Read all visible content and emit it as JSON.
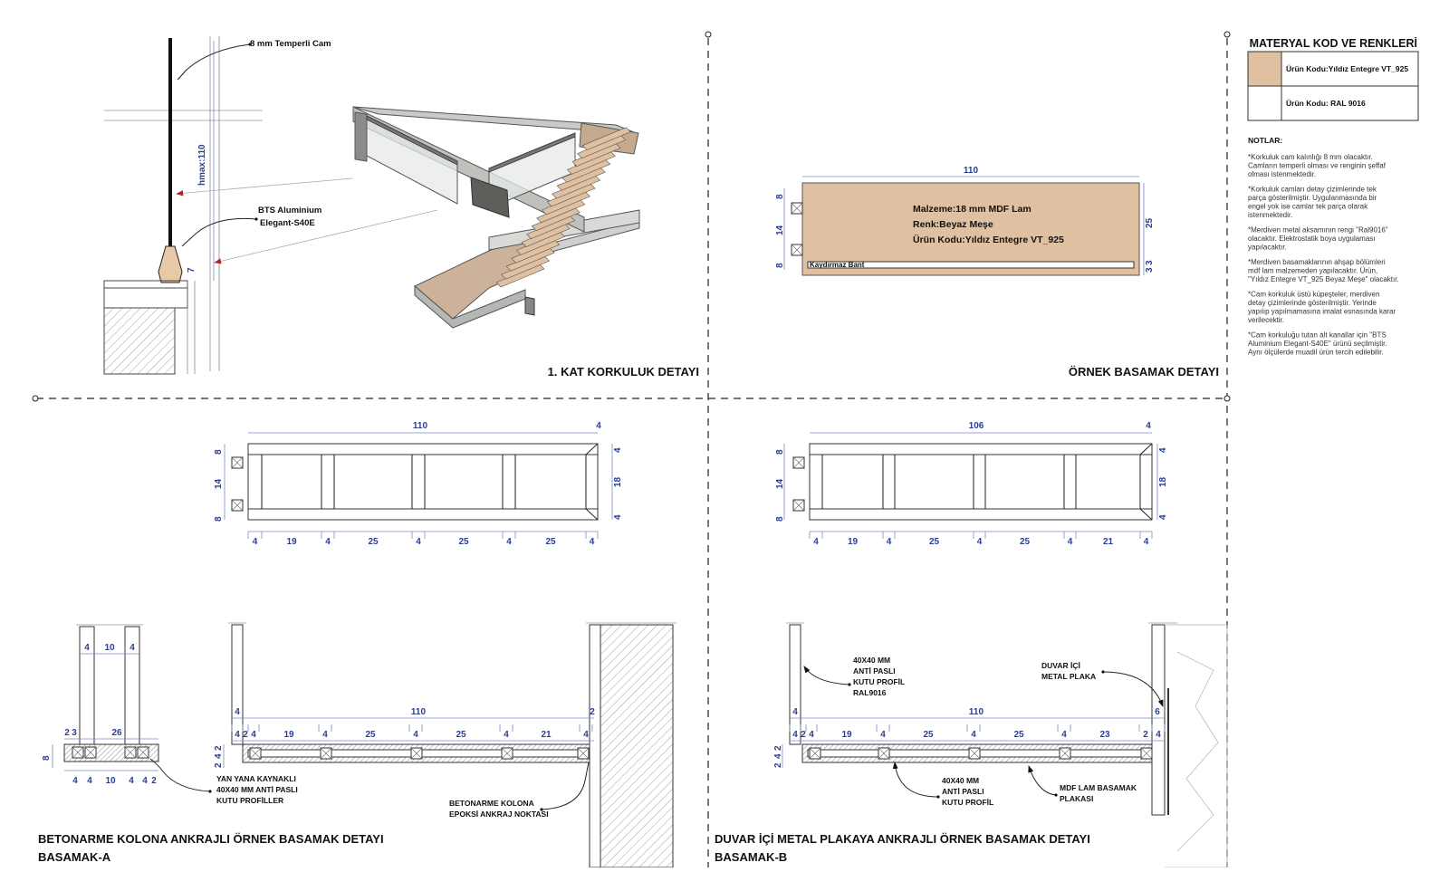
{
  "details": {
    "railing": {
      "title": "1. KAT KORKULUK DETAYI",
      "label_glass": "8 mm Temperli Cam",
      "label_profile_1": "BTS Aluminium",
      "label_profile_2": "Elegant-S40E",
      "dim_h": "hmax:110",
      "dim_7": "7"
    },
    "step_sample": {
      "title": "ÖRNEK BASAMAK DETAYI",
      "material": "Malzeme:18 mm MDF Lam",
      "color": "Renk:Beyaz Meşe",
      "code": "Ürün Kodu:Yıldız Entegre VT_925",
      "band": "Kaydırmaz Bant",
      "d_top": "110",
      "d_8a": "8",
      "d_14": "14",
      "d_8b": "8",
      "d_25": "25",
      "d_3a": "3",
      "d_3b": "3"
    },
    "basamak_a": {
      "title_1": "BETONARME KOLONA ANKRAJLI ÖRNEK BASAMAK DETAYI",
      "title_2": "BASAMAK-A",
      "plan": {
        "top": "110",
        "top_r": "4",
        "left": [
          "8",
          "14",
          "8"
        ],
        "right": [
          "4",
          "18",
          "4"
        ],
        "bottom": [
          "4",
          "19",
          "4",
          "25",
          "4",
          "25",
          "4",
          "25",
          "4"
        ]
      },
      "section": {
        "top": "110",
        "top_l": "4",
        "top_r": "2",
        "row": [
          "4",
          "2",
          "4",
          "19",
          "4",
          "25",
          "4",
          "25",
          "4",
          "21",
          "4"
        ],
        "left_v": [
          "2",
          "4",
          "2"
        ]
      },
      "side": {
        "top": [
          "4",
          "10",
          "4"
        ],
        "row": [
          "2",
          "3",
          "26"
        ],
        "bottom": [
          "4",
          "4",
          "10",
          "4",
          "4",
          "2"
        ],
        "left": "8"
      },
      "label_profiles": [
        "YAN YANA KAYNAKLI",
        "40X40 MM ANTİ PASLI",
        "KUTU PROFİLLER"
      ],
      "label_anchor": [
        "BETONARME KOLONA",
        "EPOKSİ ANKRAJ NOKTASI"
      ]
    },
    "basamak_b": {
      "title_1": "DUVAR İÇİ METAL PLAKAYA ANKRAJLI ÖRNEK BASAMAK DETAYI",
      "title_2": "BASAMAK-B",
      "plan": {
        "top": "106",
        "top_r": "4",
        "left": [
          "8",
          "14",
          "8"
        ],
        "right": [
          "4",
          "18",
          "4"
        ],
        "bottom": [
          "4",
          "19",
          "4",
          "25",
          "4",
          "25",
          "4",
          "21",
          "4"
        ]
      },
      "section": {
        "top": "110",
        "top_l": "4",
        "top_r": "6",
        "row": [
          "4",
          "2",
          "4",
          "19",
          "4",
          "25",
          "4",
          "25",
          "4",
          "23",
          "2",
          "4"
        ],
        "left_v": [
          "2",
          "4",
          "2"
        ]
      },
      "label_box": [
        "40X40 MM",
        "ANTİ PASLI",
        "KUTU PROFİL",
        "RAL9016"
      ],
      "label_plate": [
        "DUVAR İÇİ",
        "METAL PLAKA"
      ],
      "label_box2": [
        "40X40 MM",
        "ANTİ PASLI",
        "KUTU PROFİL"
      ],
      "label_mdf": [
        "MDF LAM BASAMAK",
        "PLAKASI"
      ]
    }
  },
  "materials": {
    "title": "MATERYAL KOD VE RENKLERİ",
    "items": [
      {
        "label": "Ürün Kodu:Yıldız Entegre VT_925",
        "color": "#dfc0a0"
      },
      {
        "label": "Ürün Kodu: RAL 9016",
        "color": "#ffffff"
      }
    ]
  },
  "notes": {
    "title": "NOTLAR:",
    "items": [
      [
        "*Korkuluk cam kalınlığı 8 mm olacaktır.",
        "Camların temperli olması ve renginin şeffaf",
        "olması istenmektedir."
      ],
      [
        "*Korkuluk camları detay çizimlerinde tek",
        "parça gösterilmiştir. Uygulanmasında bir",
        "engel yok ise camlar tek parça olarak",
        "istenmektedir."
      ],
      [
        "*Merdiven metal aksamının rengi \"Ral9016\"",
        "olacaktır. Elektrostatik boya uygulaması",
        "yapılacaktır."
      ],
      [
        "*Merdiven basamaklarının ahşap bölümleri",
        "mdf lam malzemeden yapılacaktır. Ürün,",
        "\"Yıldız Entegre VT_925 Beyaz Meşe\" olacaktır."
      ],
      [
        "*Cam korkuluk üstü küpeşteler, merdiven",
        "detay çizimlerinde gösterilmiştir. Yerinde",
        "yapılıp yapılmamasına imalat esnasında karar",
        "verilecektir."
      ],
      [
        "*Cam korkuluğu tutan alt kanallar için \"BTS",
        "Aluminium Elegant-S40E\" ürünü seçilmiştir.",
        "Aynı ölçülerde muadil ürün tercih edilebilir."
      ]
    ]
  },
  "colors": {
    "wood": "#dfc0a0",
    "dimension": "#2a3e96",
    "arrow": "#b0232a"
  }
}
